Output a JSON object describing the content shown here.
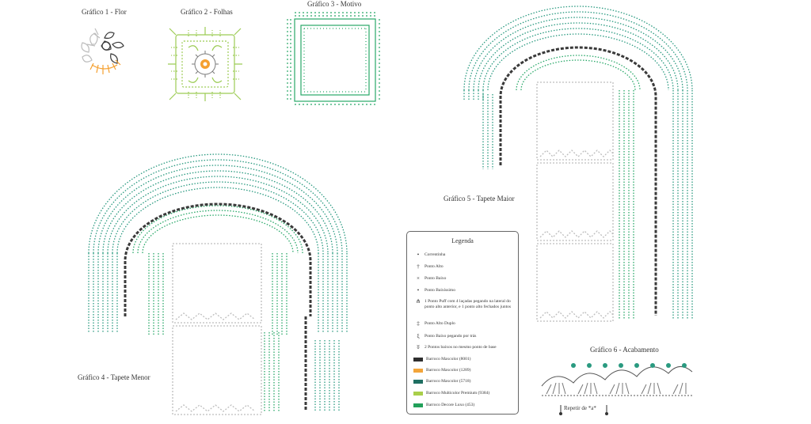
{
  "titles": {
    "g1": "Gráfico 1 - Flor",
    "g2": "Gráfico 2 - Folhas",
    "g3": "Gráfico 3 - Motivo",
    "g4": "Gráfico 4 - Tapete Menor",
    "g5": "Gráfico 5 - Tapete Maior",
    "g6": "Gráfico 6 - Acabamento"
  },
  "legend": {
    "title": "Legenda",
    "stitches": [
      {
        "symbol": "•",
        "icon": "chain-stitch-icon",
        "label": "Correntinha"
      },
      {
        "symbol": "†",
        "icon": "double-crochet-icon",
        "label": "Ponto Alto"
      },
      {
        "symbol": "×",
        "icon": "single-crochet-icon",
        "label": "Ponto Baixo"
      },
      {
        "symbol": "•",
        "icon": "slip-stitch-icon",
        "label": "Ponto Baixíssimo"
      },
      {
        "symbol": "⋔",
        "icon": "puff-stitch-icon",
        "label": "1 Ponto Puff com 4 laçadas pegando na lateral do ponto alto anterior, e 1 ponto alto fechados juntos"
      },
      {
        "symbol": "‡",
        "icon": "treble-crochet-icon",
        "label": "Ponto Alto Duplo"
      },
      {
        "symbol": "ξ",
        "icon": "back-loop-single-crochet-icon",
        "label": "Ponto Baixo pegando por trás"
      },
      {
        "symbol": "ʬ",
        "icon": "two-sc-same-base-icon",
        "label": "2 Pontos baixos no mesmo ponto de base"
      }
    ],
    "yarns": [
      {
        "color": "#2e2e2e",
        "label": "Barroco Maxcolor (8001)"
      },
      {
        "color": "#f3a53a",
        "label": "Barroco Maxcolor (1289)"
      },
      {
        "color": "#1f6f62",
        "label": "Barroco Maxcolor (5718)"
      },
      {
        "color": "#a9cf4a",
        "label": "Barroco Multicolor Premium (9384)"
      },
      {
        "color": "#22a05a",
        "label": "Barroco Decore Luxo (453)"
      }
    ]
  },
  "acabamento": {
    "repeat_label": "Repetir de *a*"
  },
  "colors": {
    "teal": "#2a9a80",
    "dark": "#3a3a3a",
    "light_green": "#9ccc55",
    "green": "#28a868",
    "orange": "#f5a030",
    "grey": "#b0b0b0"
  }
}
